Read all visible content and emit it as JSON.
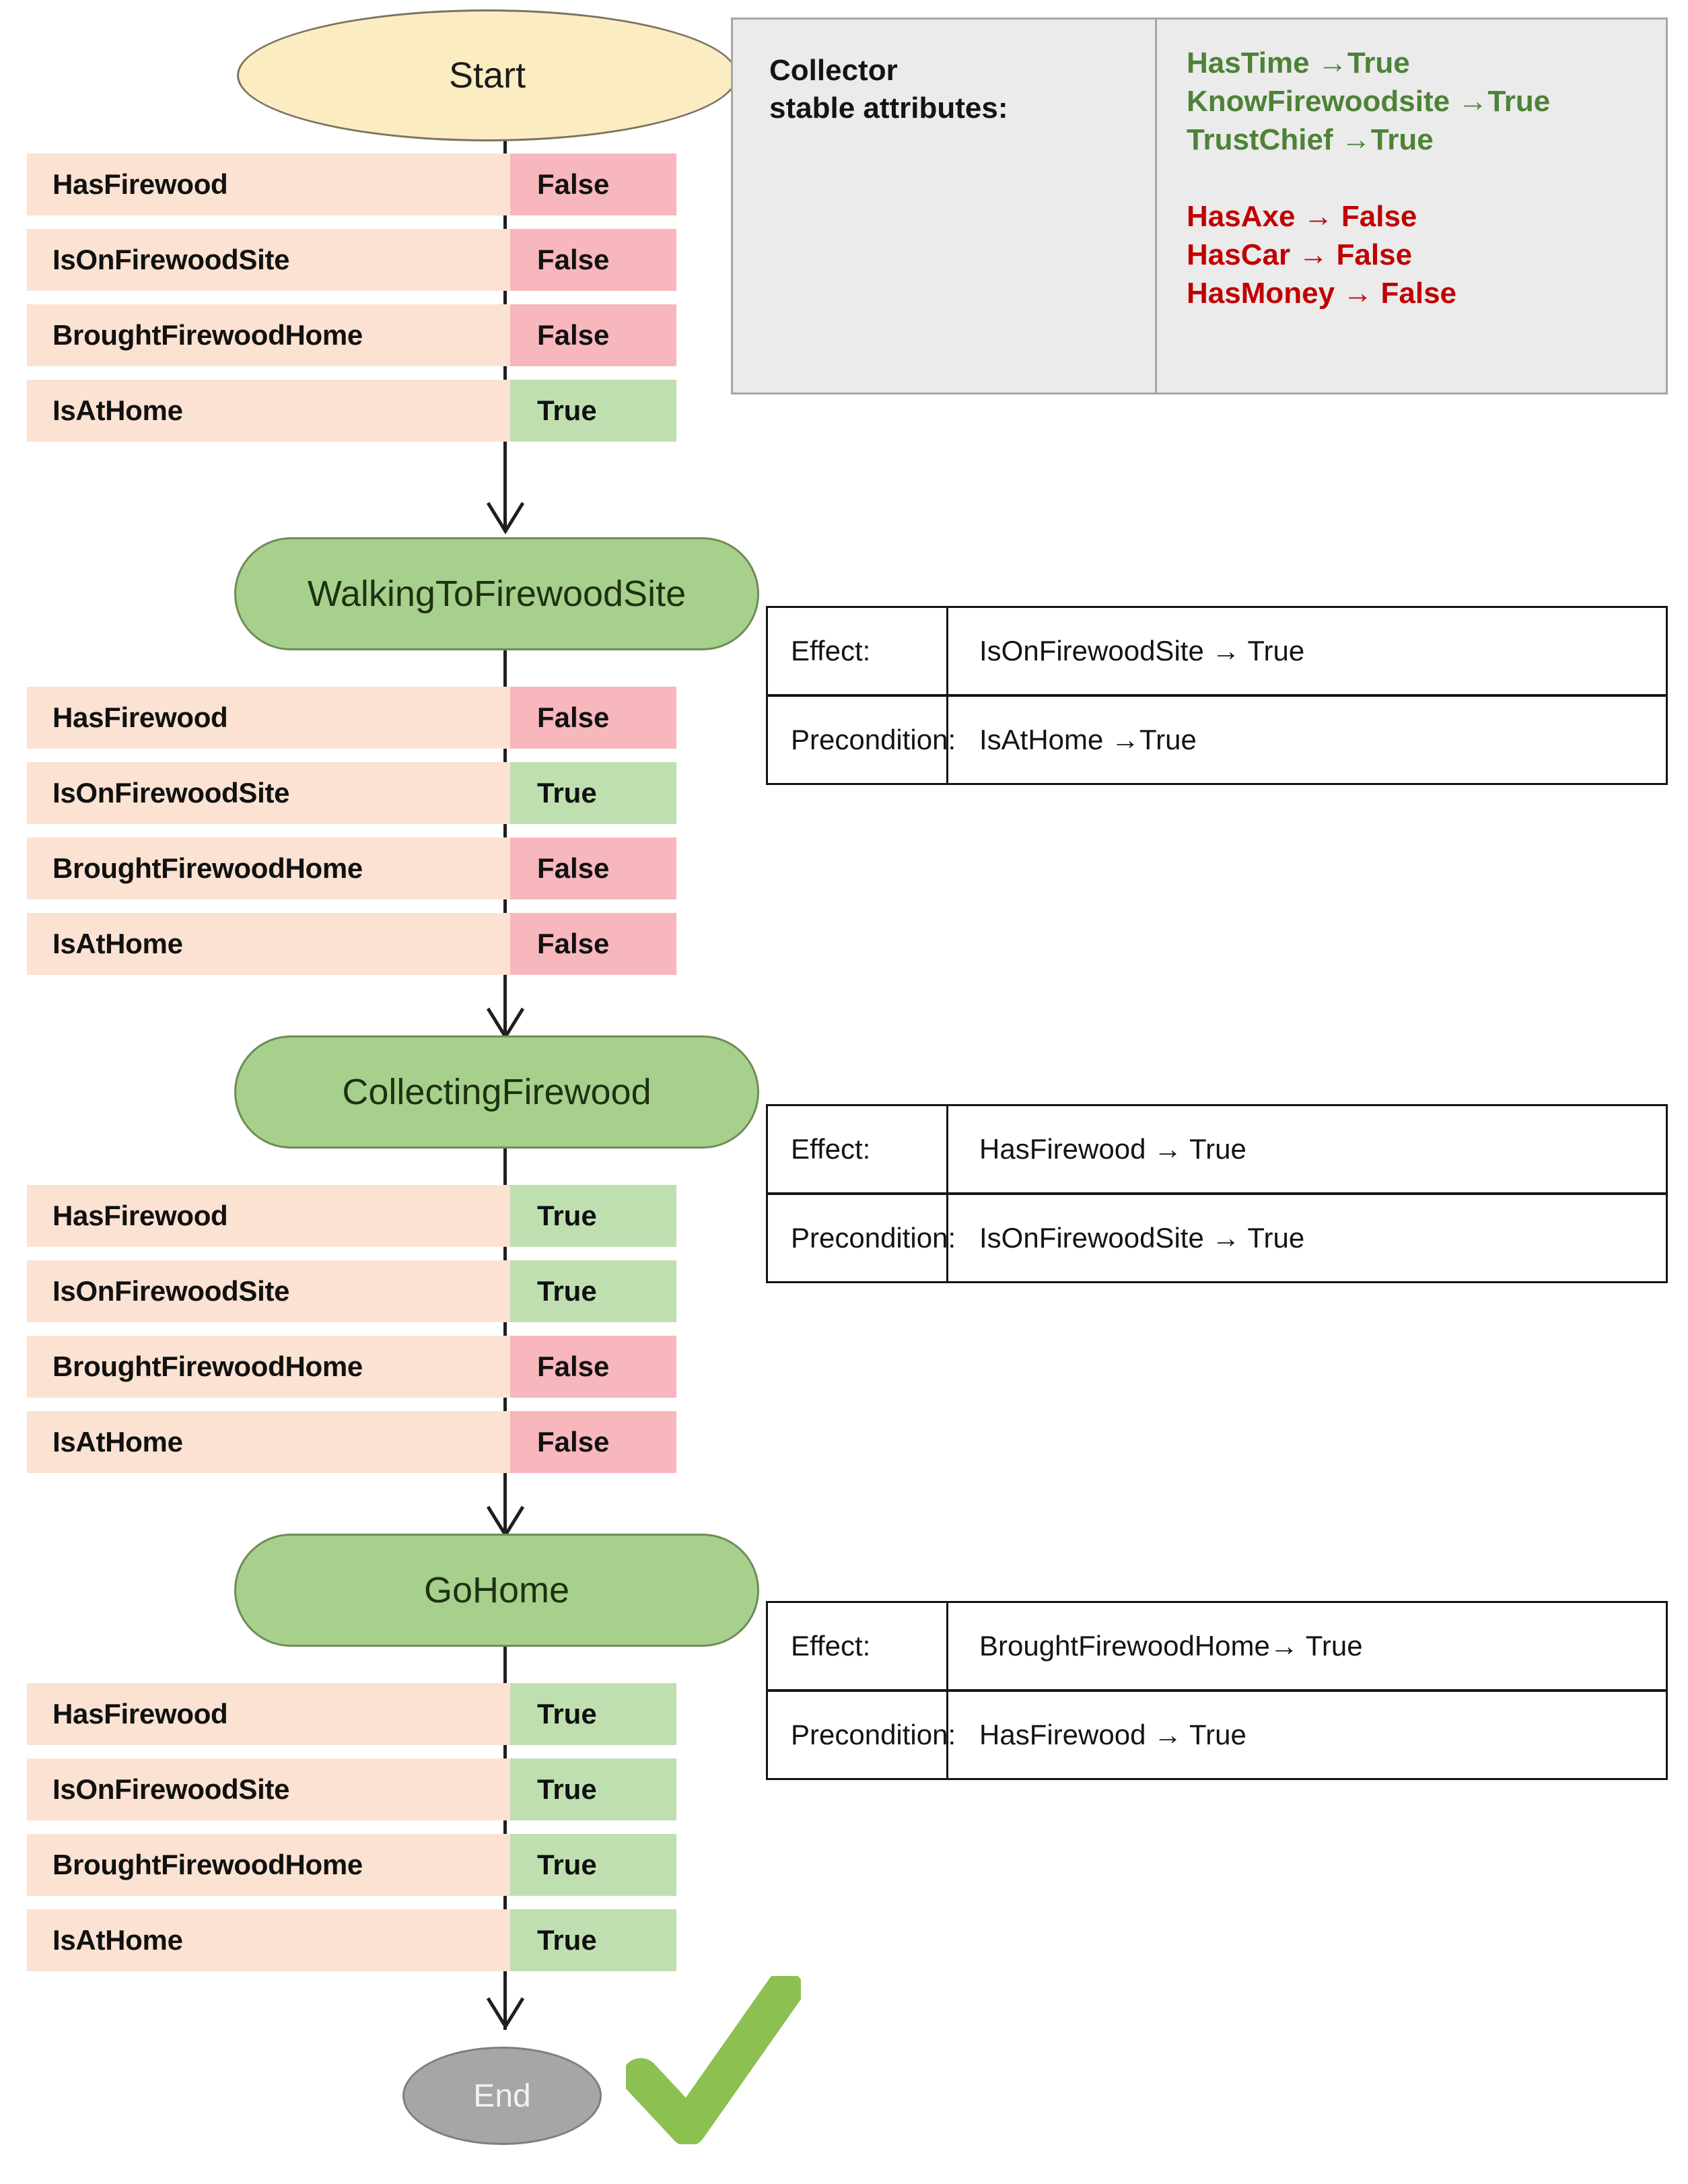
{
  "nodes": {
    "start": {
      "label": "Start"
    },
    "end": {
      "label": "End"
    },
    "actions": [
      {
        "label": "WalkingToFirewoodSite"
      },
      {
        "label": "CollectingFirewood"
      },
      {
        "label": "GoHome"
      }
    ]
  },
  "collector": {
    "title_line1": "Collector",
    "title_line2": "stable attributes:",
    "true_attributes": [
      "HasTime →True",
      "KnowFirewoodsite →True",
      "TrustChief →True"
    ],
    "false_attributes": [
      "HasAxe → False",
      "HasCar → False",
      "HasMoney → False"
    ]
  },
  "state_labels": [
    "HasFirewood",
    "IsOnFirewoodSite",
    "BroughtFirewoodHome",
    "IsAtHome"
  ],
  "states": [
    {
      "name": "initial-state",
      "rows": [
        {
          "label": "HasFirewood",
          "value": "False"
        },
        {
          "label": "IsOnFirewoodSite",
          "value": "False"
        },
        {
          "label": "BroughtFirewoodHome",
          "value": "False"
        },
        {
          "label": "IsAtHome",
          "value": "True"
        }
      ]
    },
    {
      "name": "state-after-walking",
      "rows": [
        {
          "label": "HasFirewood",
          "value": "False"
        },
        {
          "label": "IsOnFirewoodSite",
          "value": "True"
        },
        {
          "label": "BroughtFirewoodHome",
          "value": "False"
        },
        {
          "label": "IsAtHome",
          "value": "False"
        }
      ]
    },
    {
      "name": "state-after-collecting",
      "rows": [
        {
          "label": "HasFirewood",
          "value": "True"
        },
        {
          "label": "IsOnFirewoodSite",
          "value": "True"
        },
        {
          "label": "BroughtFirewoodHome",
          "value": "False"
        },
        {
          "label": "IsAtHome",
          "value": "False"
        }
      ]
    },
    {
      "name": "state-after-gohome",
      "rows": [
        {
          "label": "HasFirewood",
          "value": "True"
        },
        {
          "label": "IsOnFirewoodSite",
          "value": "True"
        },
        {
          "label": "BroughtFirewoodHome",
          "value": "True"
        },
        {
          "label": "IsAtHome",
          "value": "True"
        }
      ]
    }
  ],
  "action_tables": [
    {
      "name": "walking-to-firewood-site-table",
      "effect_key": "Effect:",
      "effect_value": "IsOnFirewoodSite → True",
      "precondition_key": "Precondition:",
      "precondition_value": "IsAtHome →True"
    },
    {
      "name": "collecting-firewood-table",
      "effect_key": "Effect:",
      "effect_value": "HasFirewood → True",
      "precondition_key": "Precondition:",
      "precondition_value": "IsOnFirewoodSite → True"
    },
    {
      "name": "go-home-table",
      "effect_key": "Effect:",
      "effect_value": "BroughtFirewoodHome→ True",
      "precondition_key": "Precondition:",
      "precondition_value": "HasFirewood → True"
    }
  ],
  "colors": {
    "start_fill": "#fbecc2",
    "action_fill": "#a8d08d",
    "end_fill": "#a6a6a6",
    "false_fill": "#f8b6bd",
    "true_fill": "#bfdfb1",
    "label_fill": "#fbe2d2",
    "attr_true": "#4e8236",
    "attr_false": "#c00000",
    "check": "#8cc152"
  },
  "status": {
    "check_icon": "check-mark"
  }
}
